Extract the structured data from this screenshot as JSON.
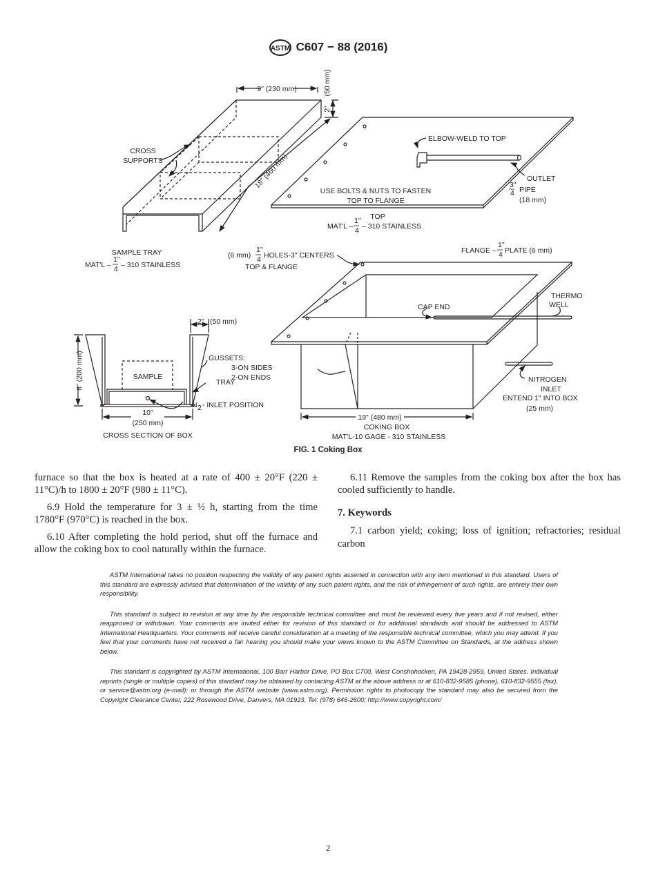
{
  "header": {
    "logo": "ASTM",
    "designation": "C607 − 88 (2016)"
  },
  "figure": {
    "caption": "FIG. 1 Coking Box",
    "tray": {
      "width_dim": "9\" (230 mm)",
      "height_mm": "(50 mm)",
      "height_in": "2\"",
      "length_dim": "18\" (460 mm)",
      "cross_supports": [
        "CROSS",
        "SUPPORTS"
      ],
      "title": "SAMPLE TRAY",
      "material_pre": "MAT'L –",
      "material_post": "– 310 STAINLESS"
    },
    "top": {
      "elbow": "ELBOW-WELD TO TOP",
      "outlet": "OUTLET",
      "pipe": "PIPE",
      "pipe_mm": "(18 mm)",
      "pipe_frac_num": "3\"",
      "pipe_frac_den": "4",
      "fasten": [
        "USE BOLTS & NUTS TO FASTEN",
        "TOP TO FLANGE"
      ],
      "title": "TOP",
      "material_pre": "MAT'L –",
      "material_post": "– 310 STAINLESS"
    },
    "frac_num": "1\"",
    "frac_den": "4",
    "holes": {
      "pre": "(6 mm)",
      "post": "HOLES-3\" CENTERS",
      "line2": "TOP & FLANGE"
    },
    "flange": {
      "pre": "FLANGE –",
      "post": "PLATE (6 mm)"
    },
    "box": {
      "cap_end": "CAP END",
      "thermo": [
        "THERMO",
        "WELL"
      ],
      "gussets": [
        "GUSSETS:",
        "3-ON SIDES",
        "2-ON ENDS"
      ],
      "nitrogen": [
        "NITROGEN",
        "INLET",
        "ENTEND 1\" INTO BOX",
        "(25 mm)"
      ],
      "length_dim": "19\" (480 mm)",
      "title": "COKING BOX",
      "material": "MAT'L-10 GAGE - 310 STAINLESS"
    },
    "section": {
      "gusset_width": "2\"",
      "gusset_mm": "(50 mm)",
      "height_dim": "8\" (200 mm)",
      "sample": "SAMPLE",
      "tray": "TRAY",
      "n2": "N",
      "n2_sub": "2",
      "n2_label": " - INLET POSITION",
      "width_in": "10\"",
      "width_mm": "(250 mm)",
      "title": "CROSS SECTION OF BOX"
    }
  },
  "body": {
    "left": [
      "furnace so that the box is heated at a rate of 400 ± 20°F (220 ± 11°C)/h to 1800 ± 20°F (980 ± 11°C).",
      "6.9 Hold the temperature for 3 ± ½ h, starting from the time 1780°F (970°C) is reached in the box.",
      "6.10 After completing the hold period, shut off the furnace and allow the coking box to cool naturally within the furnace."
    ],
    "right_p1": "6.11 Remove the samples from the coking box after the box has cooled sufficiently to handle.",
    "keywords_heading": "7. Keywords",
    "keywords": "7.1 carbon yield; coking; loss of ignition; refractories; residual carbon"
  },
  "notes": [
    "ASTM International takes no position respecting the validity of any patent rights asserted in connection with any item mentioned in this standard. Users of this standard are expressly advised that determination of the validity of any such patent rights, and the risk of infringement of such rights, are entirely their own responsibility.",
    "This standard is subject to revision at any time by the responsible technical committee and must be reviewed every five years and if not revised, either reapproved or withdrawn. Your comments are invited either for revision of this standard or for additional standards and should be addressed to ASTM International Headquarters. Your comments will receive careful consideration at a meeting of the responsible technical committee, which you may attend. If you feel that your comments have not received a fair hearing you should make your views known to the ASTM Committee on Standards, at the address shown below.",
    "This standard is copyrighted by ASTM International, 100 Barr Harbor Drive, PO Box C700, West Conshohocken, PA 19428-2959, United States. Individual reprints (single or multiple copies) of this standard may be obtained by contacting ASTM at the above address or at 610-832-9585 (phone), 610-832-9555 (fax), or service@astm.org (e-mail); or through the ASTM website (www.astm.org). Permission rights to photocopy the standard may also be secured from the Copyright Clearance Center, 222 Rosewood Drive, Danvers, MA 01923, Tel: (978) 646-2600; http://www.copyright.com/"
  ],
  "page_number": "2"
}
